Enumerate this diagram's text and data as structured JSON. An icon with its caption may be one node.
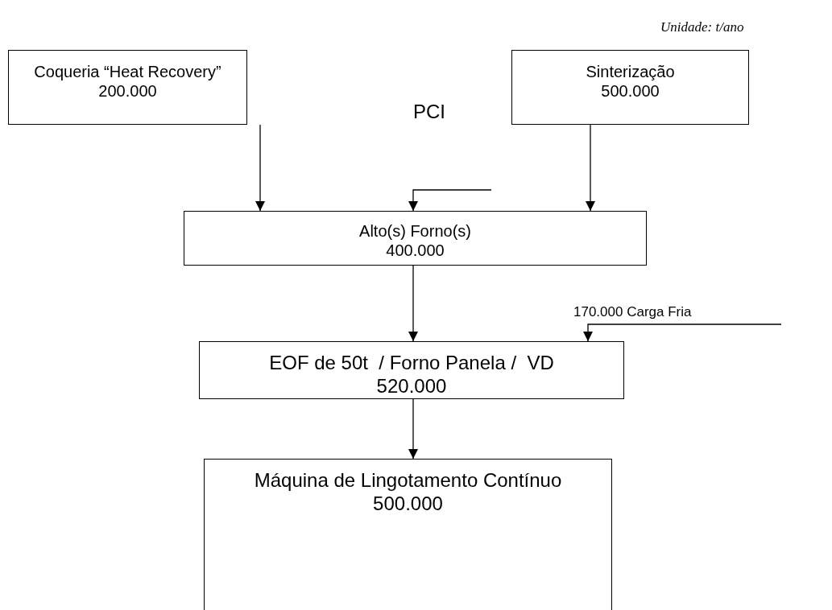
{
  "diagram": {
    "nodes": [
      {
        "text": [
          "Coqueria “Heat Recovery”",
          "200.000"
        ]
      },
      {
        "text": [
          "Sinterização",
          "500.000"
        ]
      },
      {
        "text": [
          "Alto(s) Forno(s)",
          "400.000"
        ]
      },
      {
        "text": [
          "EOF de 50t  / Forno Panela /  VD",
          "520.000"
        ]
      },
      {
        "text": [
          "Máquina de Lingotamento Contínuo",
          "500.000"
        ]
      }
    ],
    "edges": [
      {
        "from": 0,
        "to": 2,
        "arrow": "to"
      },
      {
        "from": null,
        "to": 2,
        "label": "PCI",
        "arrow": "to"
      },
      {
        "from": 1,
        "to": 2,
        "arrow": "to"
      },
      {
        "from": 2,
        "to": 3,
        "arrow": "to"
      },
      {
        "from": null,
        "to": 3,
        "label": "170.000 Carga Fria",
        "arrow": "to"
      },
      {
        "from": 3,
        "to": 4,
        "arrow": "to"
      }
    ],
    "labels": [
      "Unidade: t/ano"
    ]
  }
}
